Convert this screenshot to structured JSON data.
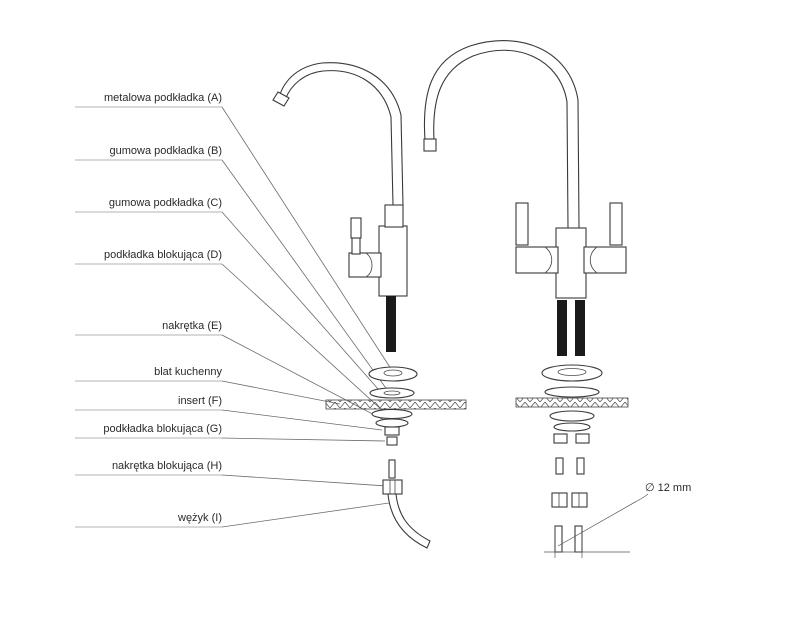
{
  "labels": [
    {
      "id": "A",
      "text": "metalowa podkładka (A)"
    },
    {
      "id": "B",
      "text": "gumowa podkładka (B)"
    },
    {
      "id": "C",
      "text": "gumowa podkładka (C)"
    },
    {
      "id": "D",
      "text": "podkładka blokująca (D)"
    },
    {
      "id": "E",
      "text": "nakrętka (E)"
    },
    {
      "id": "countertop",
      "text": "blat kuchenny"
    },
    {
      "id": "F",
      "text": "insert (F)"
    },
    {
      "id": "G",
      "text": "podkładka blokująca (G)"
    },
    {
      "id": "H",
      "text": "nakrętka blokująca (H)"
    },
    {
      "id": "I",
      "text": "wężyk (I)"
    }
  ],
  "dimension": {
    "text": "∅ 12 mm"
  },
  "colors": {
    "line": "#3a3a3a",
    "leader": "#6b6b6b",
    "thread": "#1a1a1a",
    "countertop_hatch": "#444444"
  }
}
